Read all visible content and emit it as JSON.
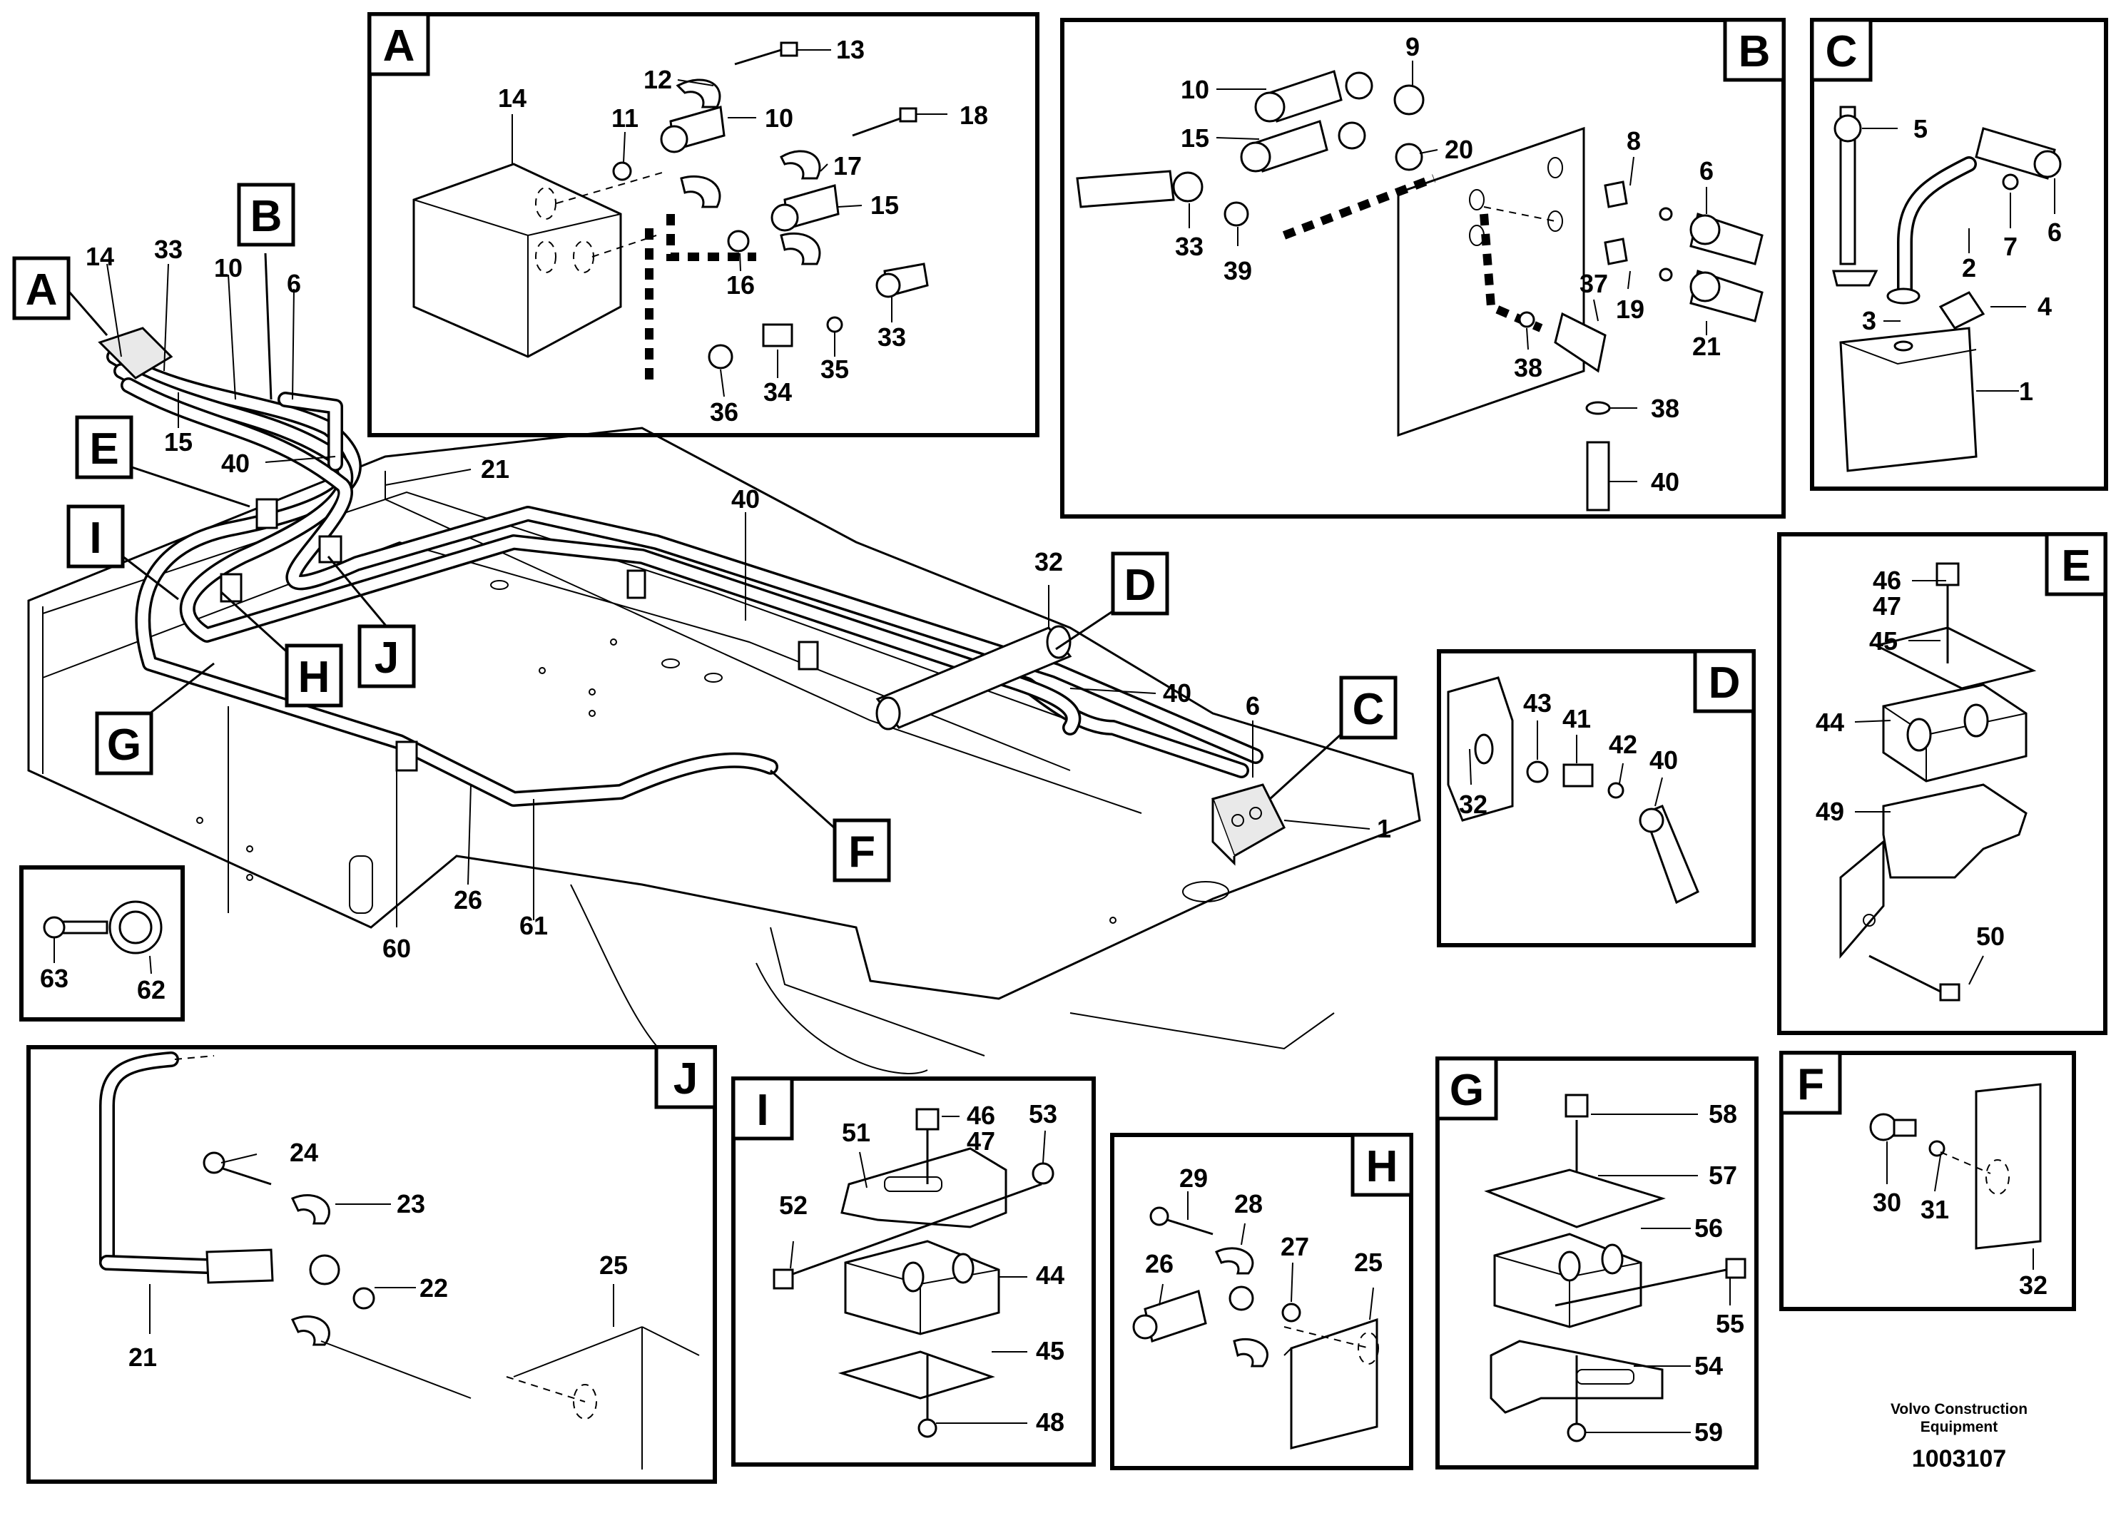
{
  "diagram": {
    "title": "",
    "callout_letters": [
      "A",
      "B",
      "C",
      "D",
      "E",
      "F",
      "G",
      "H",
      "I",
      "J"
    ],
    "main_view_numbers": [
      "14",
      "33",
      "10",
      "6",
      "15",
      "40",
      "21",
      "40",
      "32",
      "40",
      "6",
      "1",
      "26",
      "60",
      "61"
    ],
    "detail_63_62": [
      "63",
      "62"
    ],
    "detail_A": [
      "13",
      "12",
      "18",
      "14",
      "11",
      "10",
      "17",
      "15",
      "16",
      "35",
      "33",
      "36",
      "34"
    ],
    "detail_B": [
      "9",
      "10",
      "15",
      "20",
      "8",
      "6",
      "33",
      "39",
      "19",
      "37",
      "21",
      "38",
      "38",
      "40"
    ],
    "detail_C": [
      "5",
      "6",
      "2",
      "7",
      "3",
      "4",
      "1"
    ],
    "detail_D": [
      "43",
      "41",
      "42",
      "40",
      "32"
    ],
    "detail_E": [
      "46",
      "47",
      "45",
      "44",
      "49",
      "50"
    ],
    "detail_F": [
      "30",
      "31",
      "32"
    ],
    "detail_G": [
      "58",
      "57",
      "56",
      "55",
      "54",
      "59"
    ],
    "detail_H": [
      "29",
      "28",
      "26",
      "27",
      "25"
    ],
    "detail_I": [
      "46",
      "47",
      "53",
      "51",
      "52",
      "44",
      "45",
      "48"
    ],
    "detail_J": [
      "24",
      "23",
      "22",
      "25",
      "21"
    ]
  },
  "footer": {
    "company_line1": "Volvo Construction",
    "company_line2": "Equipment",
    "drawing_number": "1003107"
  }
}
